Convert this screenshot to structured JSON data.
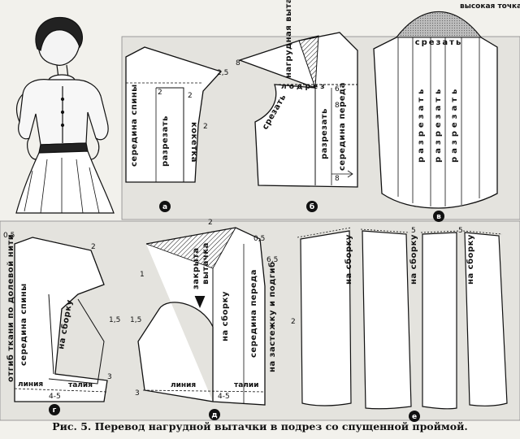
{
  "caption": "Рис. 5. Перевод нагрудной вытачки в подрез со спущенной проймой.",
  "panels": {
    "a": {
      "mark": "а",
      "labels": {
        "back_center": "середина спины",
        "cut": "разрезать",
        "yoke": "кокетка"
      },
      "nums": {
        "n1": "2,5",
        "n2": "2",
        "n3": "2",
        "n4": "2"
      }
    },
    "b": {
      "mark": "б",
      "labels": {
        "line": "л  о  д  р  е  з",
        "dart": "нагрудная вытачка",
        "cut_off": "срезать",
        "cut": "разрезать",
        "front_center": "середина переда"
      },
      "nums": {
        "n1": "8",
        "n2": "6",
        "n3": "8",
        "n4": "8"
      }
    },
    "v": {
      "mark": "в",
      "labels": {
        "high_point": "высокая точка",
        "cut_off": "срезать",
        "cut1": "разрезать",
        "cut2": "разрезать",
        "cut3": "разрезать"
      }
    },
    "g": {
      "mark": "г",
      "labels": {
        "grain": "отгиб ткани по долевой нити",
        "back_center": "середина спины",
        "gather": "на сборку",
        "waist_line": "линия",
        "waist": "талия"
      },
      "nums": {
        "n1": "0,5",
        "n2": "2",
        "n3": "1,5",
        "n4": "3",
        "n5": "4-5"
      }
    },
    "d": {
      "mark": "д",
      "labels": {
        "dart": "вытачка",
        "yoke": "закрыта",
        "gather": "на сборку",
        "front_center": "середина переда",
        "fasten": "на застежку и подгиб",
        "waist_line": "линия",
        "waist": "талии"
      },
      "nums": {
        "n1": "2",
        "n2": "0,5",
        "n3": "6,5",
        "n4": "1",
        "n5": "1,5",
        "n6": "3",
        "n7": "4-5"
      }
    },
    "e": {
      "mark": "е",
      "labels": {
        "g1": "на сборку",
        "g2": "на сборку",
        "g3": "на сборку"
      },
      "nums": {
        "n1": "2",
        "n2": "5",
        "n3": "5"
      }
    }
  },
  "colors": {
    "ink": "#111111",
    "paper": "#f2f1ec",
    "sheet": "#ffffff",
    "shade": "#cfcfcf"
  }
}
